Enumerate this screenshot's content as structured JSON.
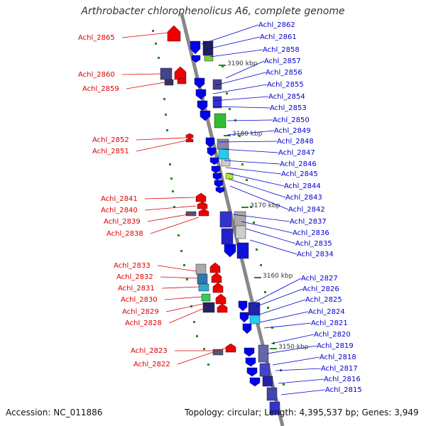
{
  "title": "Arthrobacter chlorophenolicus A6, complete genome",
  "footer": {
    "accession": "Accession: NC_011886",
    "summary": "Topology: circular; Length: 4,395,537 bp; Genes: 3,949"
  },
  "ticks": [
    "3190 kbp",
    "3180 kbp",
    "3170 kbp",
    "3160 kbp",
    "3150 kbp"
  ],
  "left_labels": [
    "Achl_2865",
    "Achl_2860",
    "Achl_2859",
    "Achl_2852",
    "Achl_2851",
    "Achl_2841",
    "Achl_2840",
    "Achl_2839",
    "Achl_2838",
    "Achl_2833",
    "Achl_2832",
    "Achl_2831",
    "Achl_2830",
    "Achl_2829",
    "Achl_2828",
    "Achl_2823",
    "Achl_2822"
  ],
  "right_labels": [
    "Achl_2862",
    "Achl_2861",
    "Achl_2858",
    "Achl_2857",
    "Achl_2856",
    "Achl_2855",
    "Achl_2854",
    "Achl_2853",
    "Achl_2850",
    "Achl_2849",
    "Achl_2848",
    "Achl_2847",
    "Achl_2846",
    "Achl_2845",
    "Achl_2844",
    "Achl_2843",
    "Achl_2842",
    "Achl_2837",
    "Achl_2836",
    "Achl_2835",
    "Achl_2834",
    "Achl_2827",
    "Achl_2826",
    "Achl_2825",
    "Achl_2824",
    "Achl_2821",
    "Achl_2820",
    "Achl_2819",
    "Achl_2818",
    "Achl_2817",
    "Achl_2816",
    "Achl_2815"
  ],
  "colors": {
    "forward_label": "#0000cc",
    "reverse_label": "#dd0000",
    "backbone": "#888888",
    "tick": "#228822",
    "forward_gene": "#0000ee",
    "reverse_gene": "#ee0000"
  }
}
